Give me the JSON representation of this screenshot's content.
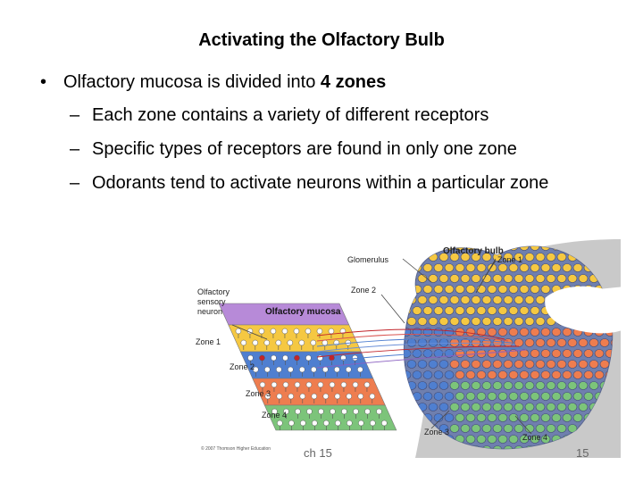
{
  "slide": {
    "title": "Activating the Olfactory Bulb",
    "bullet": {
      "prefix": "Olfactory mucosa is divided into ",
      "bold": "4 zones"
    },
    "subbullets": [
      "Each zone contains a variety of different receptors",
      "Specific types of receptors are found in only one zone",
      "Odorants tend to activate neurons within a particular zone"
    ],
    "footer_left": "ch 15",
    "footer_right": "15"
  },
  "figure": {
    "labels": {
      "glomerulus": "Glomerulus",
      "olfactory_bulb": "Olfactory bulb",
      "sensory_neuron": "Olfactory sensory neuron",
      "olfactory_mucosa": "Olfactory mucosa",
      "zone1_mucosa": "Zone 1",
      "zone2_mucosa": "Zone 2",
      "zone3_mucosa": "Zone 3",
      "zone4_mucosa": "Zone 4",
      "zone1_bulb": "Zone 1",
      "zone2_bulb": "Zone 2",
      "zone3_bulb": "Zone 3",
      "zone4_bulb": "Zone 4",
      "copyright": "© 2007 Thomson Higher Education"
    },
    "colors": {
      "zone1": "#f5c842",
      "zone2": "#4f7fd0",
      "zone3": "#ee7d4f",
      "zone4": "#7cc47a",
      "bulb_bg": "#6f7fae",
      "gray_bg": "#c9c9c9",
      "mucosa_header": "#b78ad8"
    }
  }
}
